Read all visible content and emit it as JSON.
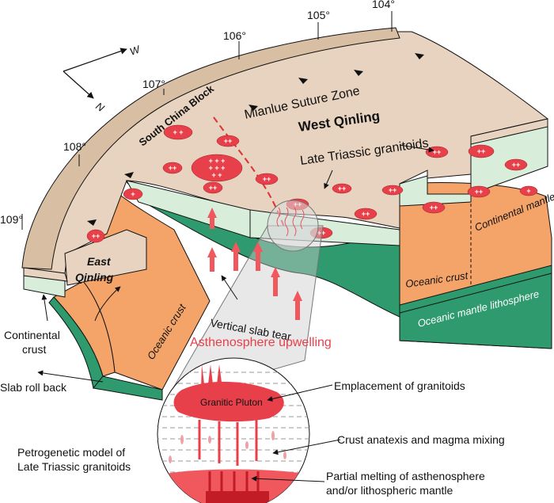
{
  "labels": {
    "west_qinling": "West Qinling",
    "east_qinling_1": "East",
    "east_qinling_2": "Qinling",
    "south_china_block": "South China Block",
    "mianlue": "Mianlue Suture Zone",
    "late_triassic": "Late Triassic granitoids",
    "continental_mantle": "Continental mantle",
    "oceanic_crust_right": "Oceanic crust",
    "oceanic_crust_left": "Oceanic crust",
    "oceanic_mantle": "Oceanic mantle lithosphere",
    "continental_crust_1": "Continental",
    "continental_crust_2": "crust",
    "slab_rollback": "Slab roll back",
    "vertical_tear": "Vertical slab tear",
    "asthenosphere": "Asthenosphere upwelling",
    "emplacement": "Emplacement of granitoids",
    "granitic_pluton": "Granitic Pluton",
    "crust_anatexis": "Crust anatexis and magma mixing",
    "petro_1": "Petrogenetic model of",
    "petro_2": "Late Triassic granitoids",
    "partial_1": "Partial melting of asthenosphere",
    "partial_2": "and/or lithospheric mantle"
  },
  "longitudes": [
    "104°",
    "105°",
    "106°",
    "107°",
    "108°",
    "109°"
  ],
  "compass": {
    "west": "W",
    "north": "N"
  },
  "colors": {
    "crust": "#e7d3bf",
    "mantle_light": "#d8eedb",
    "oceanic_crust": "#f4a468",
    "oceanic_mantle": "#2e9a6e",
    "granitoid": "#e8404a",
    "asthenosphere_text": "#e8404a"
  }
}
